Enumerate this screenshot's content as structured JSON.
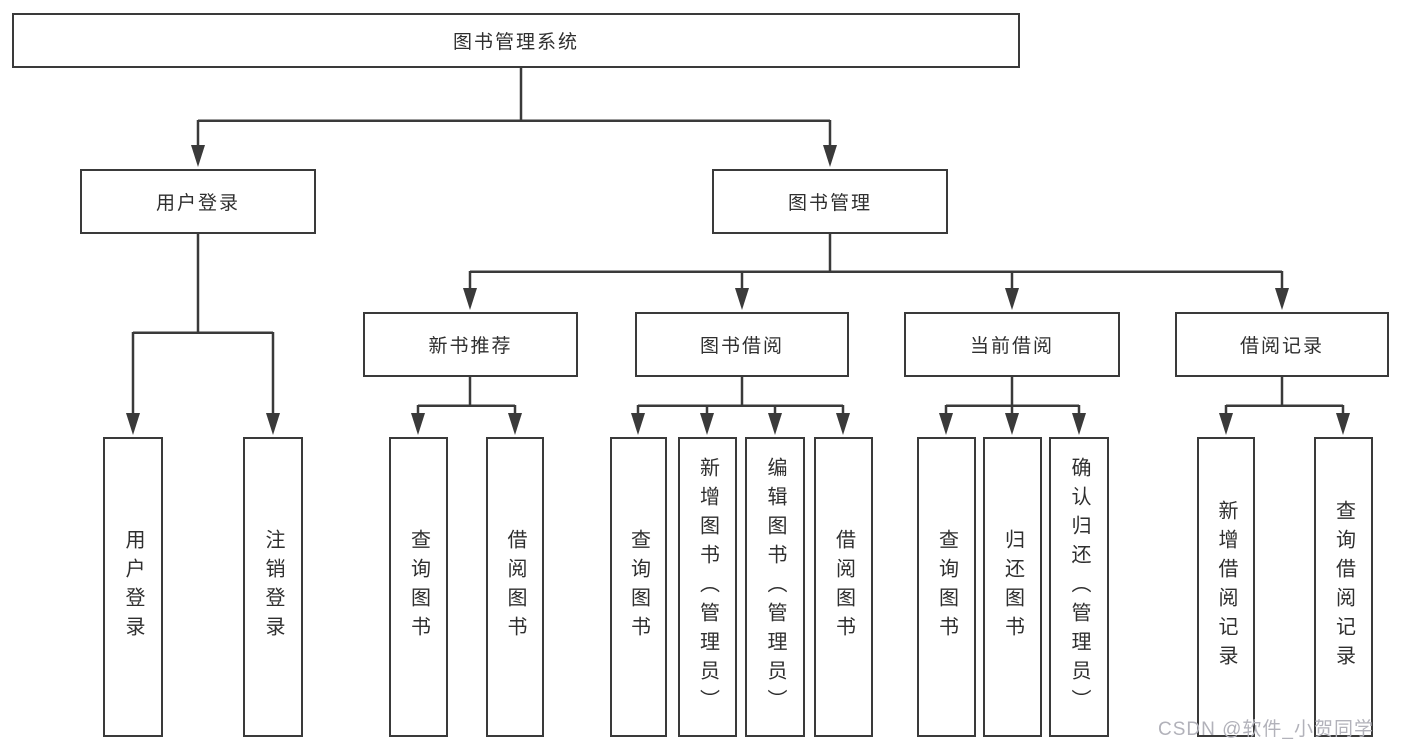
{
  "diagram": {
    "tree": {
      "root": "图书管理系统",
      "branches": [
        {
          "label": "用户登录",
          "children": [
            "用户登录",
            "注销登录"
          ]
        },
        {
          "label": "图书管理",
          "modules": [
            {
              "label": "新书推荐",
              "children": [
                "查询图书",
                "借阅图书"
              ]
            },
            {
              "label": "图书借阅",
              "children": [
                "查询图书",
                "新增图书（管理员）",
                "编辑图书（管理员）",
                "借阅图书"
              ]
            },
            {
              "label": "当前借阅",
              "children": [
                "查询图书",
                "归还图书",
                "确认归还（管理员）"
              ]
            },
            {
              "label": "借阅记录",
              "children": [
                "新增借阅记录",
                "查询借阅记录"
              ]
            }
          ]
        }
      ]
    },
    "colors": {
      "line": "#3a3a3a",
      "text": "#2f2f2f",
      "box_background": "#ffffff",
      "watermark": "#b2b2ba"
    }
  },
  "watermark": "CSDN @软件_小贺同学"
}
